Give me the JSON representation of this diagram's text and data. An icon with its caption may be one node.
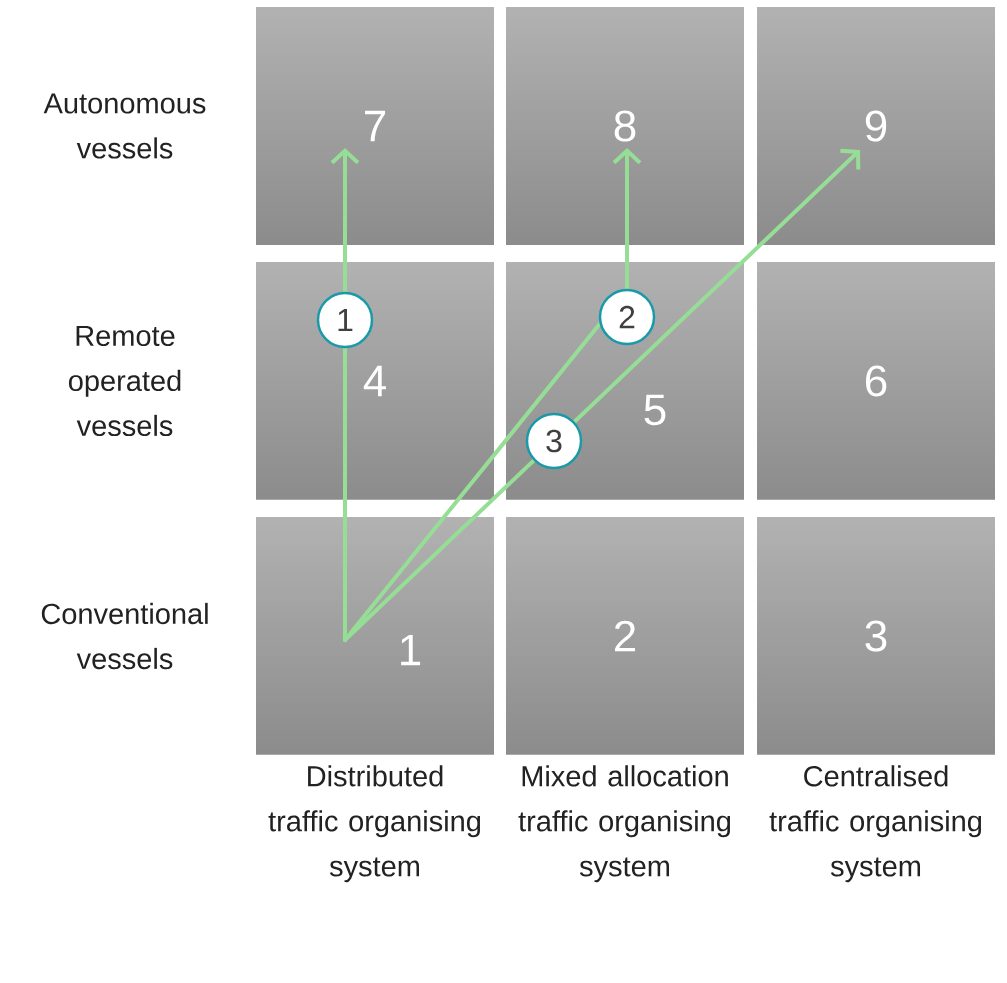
{
  "diagram": {
    "nodes": [
      {
        "text": [
          "7"
        ]
      },
      {
        "text": [
          "8"
        ]
      },
      {
        "text": [
          "9"
        ]
      },
      {
        "text": [
          "4"
        ]
      },
      {
        "text": [
          "5"
        ]
      },
      {
        "text": [
          "6"
        ]
      },
      {
        "text": [
          "1"
        ]
      },
      {
        "text": [
          "2"
        ]
      },
      {
        "text": [
          "3"
        ]
      }
    ],
    "edges": [
      {
        "from": 6,
        "to": 0,
        "arrow": "to",
        "label": "1"
      },
      {
        "from": 6,
        "to": 1,
        "arrow": "to",
        "label": "2"
      },
      {
        "from": 6,
        "to": 2,
        "arrow": "to",
        "label": "3"
      }
    ],
    "labels": [
      "Autonomous vessels",
      "Remote operated vessels",
      "Conventional vessels",
      "Distributed traffic organising system",
      "Mixed allocation traffic organising system",
      "Centralised traffic organising system"
    ]
  }
}
